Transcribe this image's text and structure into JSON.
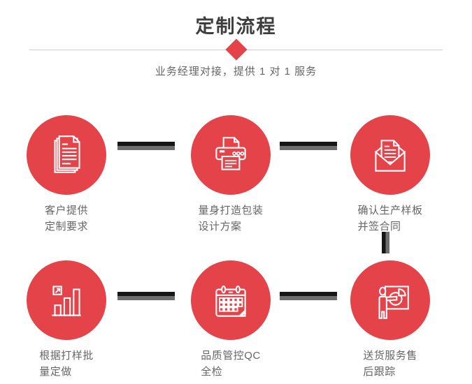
{
  "header": {
    "title": "定制流程",
    "subtitle": "业务经理对接，提供 1 对 1 服务"
  },
  "colors": {
    "accent_red": "#e4434a",
    "title_text": "#3e3e3e",
    "body_text": "#666666",
    "connector_dark": "#161616",
    "connector_light": "#6d6d6d",
    "divider_line": "#cccccc",
    "icon_stroke": "#ffffff"
  },
  "steps": [
    {
      "icon": "documents-icon",
      "line1": "客户提供",
      "line2": "定制要求"
    },
    {
      "icon": "printer-icon",
      "line1": "量身打造包装",
      "line2": "设计方案"
    },
    {
      "icon": "open-envelope-icon",
      "line1": "确认生产样板",
      "line2": "并签合同"
    },
    {
      "icon": "bar-chart-icon",
      "line1": "根据打样批",
      "line2": "量定做"
    },
    {
      "icon": "calendar-icon",
      "line1": "品质管控QC",
      "line2": "全检"
    },
    {
      "icon": "presentation-icon",
      "line1": "送货服务售",
      "line2": "后跟踪"
    }
  ]
}
